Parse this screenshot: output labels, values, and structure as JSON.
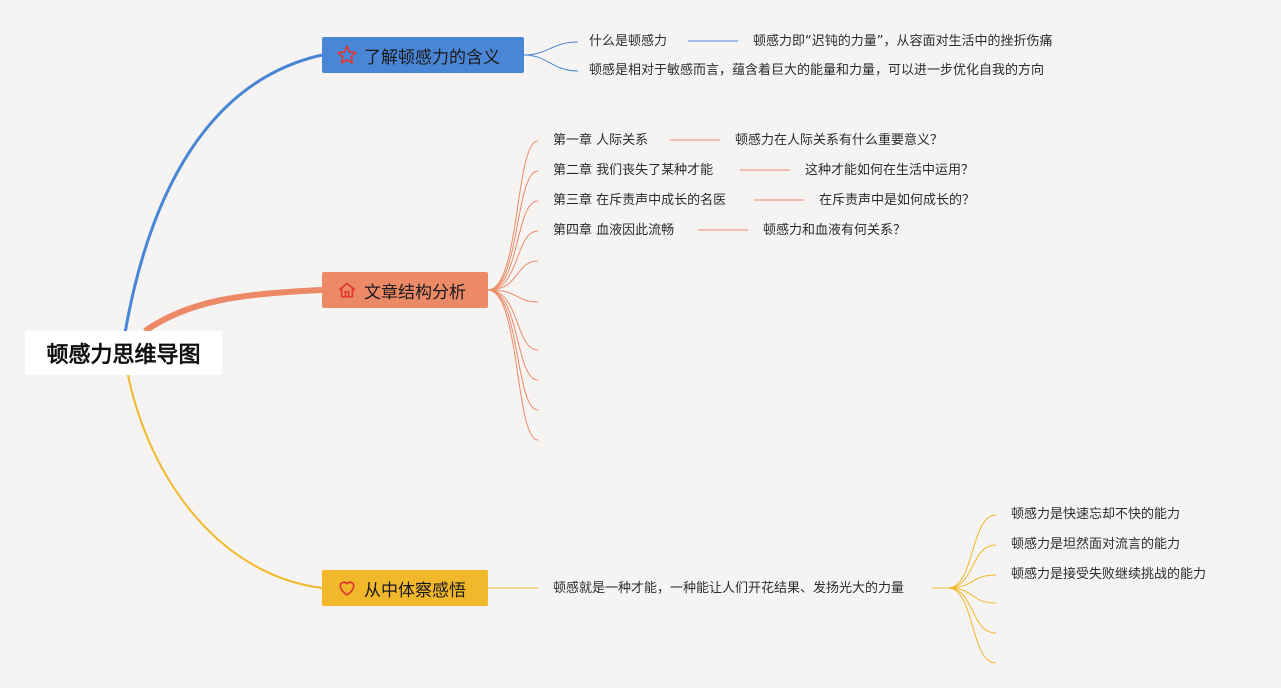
{
  "root": {
    "label": "顿感力思维导图"
  },
  "colors": {
    "blue": "#4a86d6",
    "orange": "#ec8a68",
    "yellow": "#f2b82c"
  },
  "branches": [
    {
      "label": "了解顿感力的含义",
      "icon": "star-icon",
      "items": [
        {
          "label": "什么是顿感力",
          "detail": "顿感力即“迟钝的力量”，从容面对生活中的挫折伤痛"
        },
        {
          "label": "顿感是相对于敏感而言，蕴含着巨大的能量和力量，可以进一步优化自我的方向"
        }
      ]
    },
    {
      "label": "文章结构分析",
      "icon": "home-icon",
      "items": [
        {
          "label": "第一章 人际关系",
          "detail": "顿感力在人际关系有什么重要意义？"
        },
        {
          "label": "第二章 我们丧失了某种才能",
          "detail": "这种才能如何在生活中运用？"
        },
        {
          "label": "第三章 在斥责声中成长的名医",
          "detail": "在斥责声中是如何成长的？"
        },
        {
          "label": "第四章 血液因此流畅",
          "detail": "顿感力和血液有何关系？"
        }
      ],
      "empty_slots": 6
    },
    {
      "label": "从中体察感悟",
      "icon": "heart-icon",
      "summary": "顿感就是一种才能，一种能让人们开花结果、发扬光大的力量",
      "items": [
        {
          "label": "顿感力是快速忘却不快的能力"
        },
        {
          "label": "顿感力是坦然面对流言的能力"
        },
        {
          "label": "顿感力是接受失败继续挑战的能力"
        }
      ],
      "empty_slots": 3
    }
  ]
}
